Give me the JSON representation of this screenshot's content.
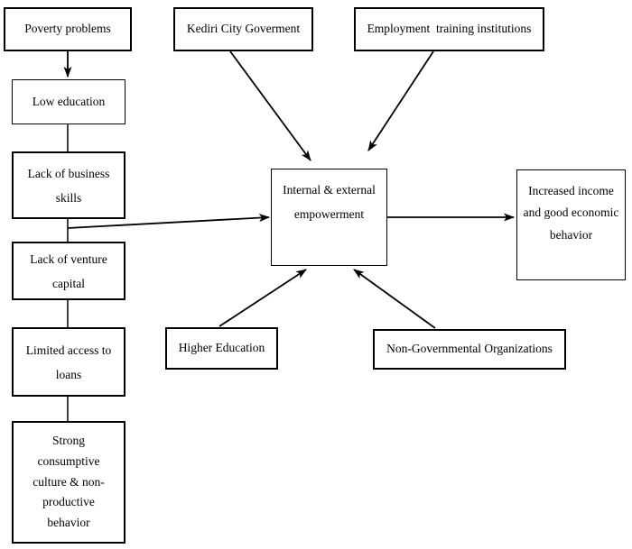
{
  "diagram": {
    "colors": {
      "background": "#ffffff",
      "line": "#000000",
      "text": "#000000"
    },
    "boxes": {
      "poverty": {
        "label": "Poverty problems"
      },
      "low_education": {
        "label": "Low education"
      },
      "business_skills": {
        "label": "Lack of business\nskills"
      },
      "venture_capital": {
        "label": "Lack of venture\ncapital"
      },
      "limited_loans": {
        "label": "Limited access to\nloans"
      },
      "consumptive": {
        "label": "Strong\nconsumptive\nculture & non-\nproductive\nbehavior"
      },
      "kediri": {
        "label": "Kediri City Goverment"
      },
      "employment": {
        "label": "Employment  training institutions"
      },
      "empowerment": {
        "label": "Internal & external\nempowerment"
      },
      "outcome": {
        "label": "Increased income\nand good economic\nbehavior"
      },
      "higher_education": {
        "label": "Higher Education"
      },
      "ngo": {
        "label": "Non-Governmental Organizations"
      }
    }
  }
}
